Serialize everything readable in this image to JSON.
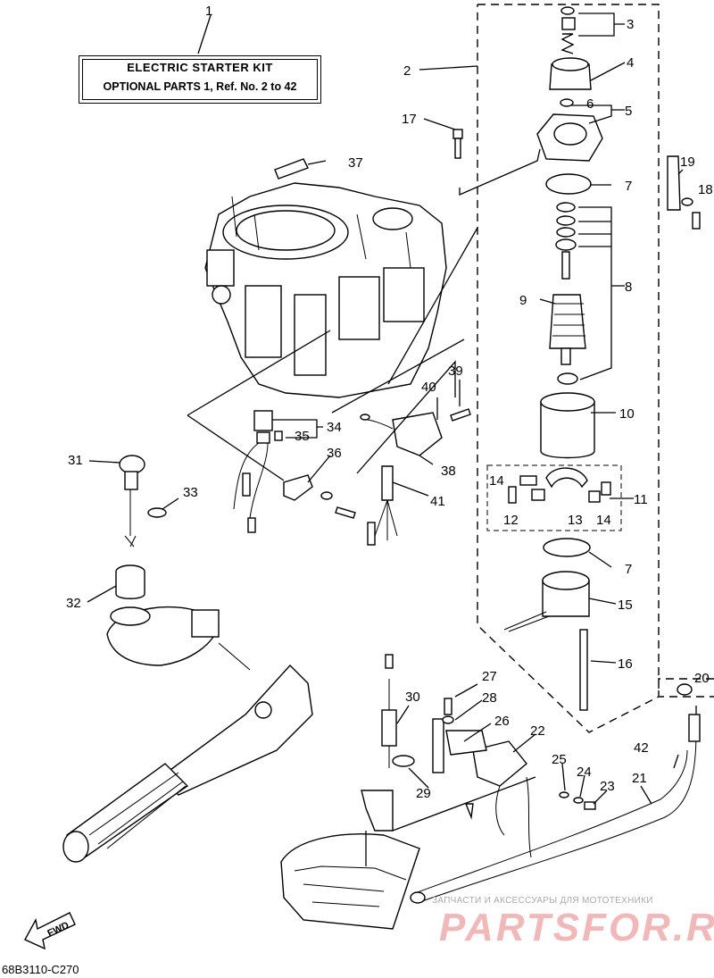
{
  "title": {
    "line1": "ELECTRIC  STARTER KIT",
    "line2": "OPTIONAL PARTS 1, Ref. No. 2 to 42"
  },
  "ref_numbers": [
    "1",
    "2",
    "3",
    "4",
    "5",
    "6",
    "7",
    "8",
    "9",
    "10",
    "11",
    "12",
    "13",
    "14",
    "15",
    "16",
    "17",
    "18",
    "19",
    "20",
    "21",
    "22",
    "23",
    "24",
    "25",
    "26",
    "27",
    "28",
    "29",
    "30",
    "31",
    "32",
    "33",
    "34",
    "35",
    "36",
    "37",
    "38",
    "39",
    "40",
    "41",
    "42"
  ],
  "fwd_label": "FWD",
  "diagram_code": "68B3110-C270",
  "watermark": {
    "small_text": "ЗАПЧАСТИ И АКСЕССУАРЫ ДЛЯ МОТОТЕХНИКИ",
    "logo_text": "PARTSFOR.RU"
  }
}
